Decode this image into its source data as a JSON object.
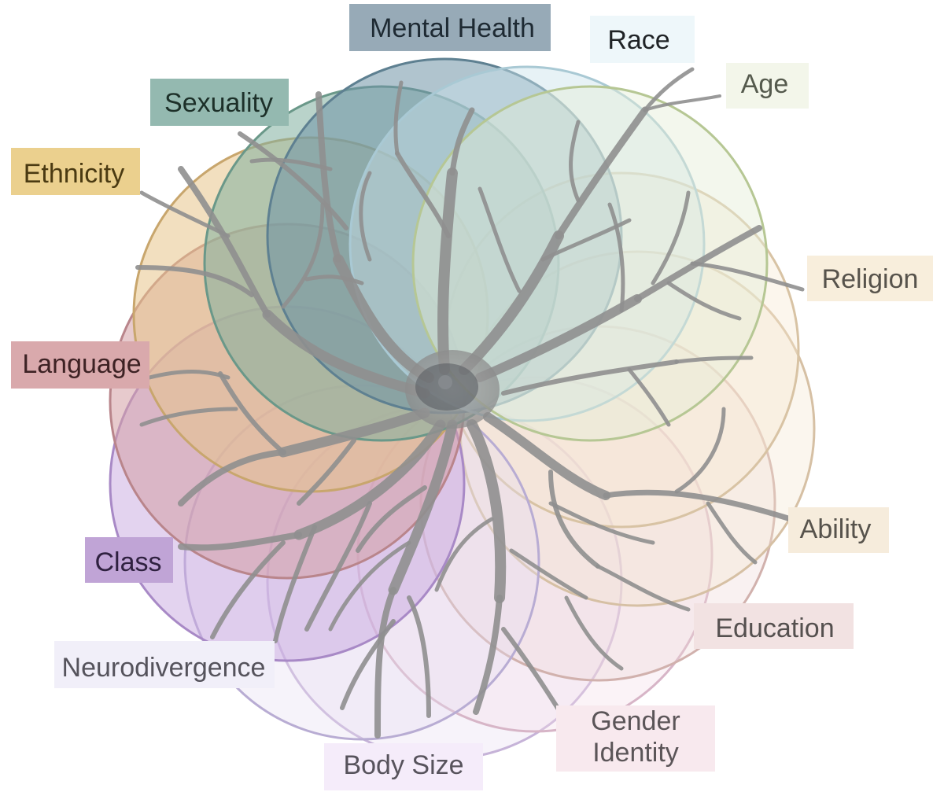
{
  "title": "",
  "labels": [
    {
      "id": "mental-health",
      "text": "Mental Health",
      "bg": "#97aab7",
      "fg": "#1e2a33"
    },
    {
      "id": "race",
      "text": "Race",
      "bg": "#eef7fa",
      "fg": "#1f2326"
    },
    {
      "id": "age",
      "text": "Age",
      "bg": "#f3f6ea",
      "fg": "#555a4d"
    },
    {
      "id": "sexuality",
      "text": "Sexuality",
      "bg": "#94b9b0",
      "fg": "#1d3029"
    },
    {
      "id": "ethnicity",
      "text": "Ethnicity",
      "bg": "#ebd08e",
      "fg": "#4a3a12"
    },
    {
      "id": "religion",
      "text": "Religion",
      "bg": "#f8eedc",
      "fg": "#57534c"
    },
    {
      "id": "language",
      "text": "Language",
      "bg": "#d9a9ac",
      "fg": "#3d2224"
    },
    {
      "id": "ability",
      "text": "Ability",
      "bg": "#f6ecdc",
      "fg": "#57534c"
    },
    {
      "id": "class",
      "text": "Class",
      "bg": "#c0a4d6",
      "fg": "#2f2140"
    },
    {
      "id": "education",
      "text": "Education",
      "bg": "#f2e2e2",
      "fg": "#55504f"
    },
    {
      "id": "neurodivergence",
      "text": "Neurodivergence",
      "bg": "#f1eff9",
      "fg": "#55535c"
    },
    {
      "id": "gender-identity",
      "text": "Gender\nIdentity",
      "bg": "#f8e9ee",
      "fg": "#5b5558"
    },
    {
      "id": "body-size",
      "text": "Body Size",
      "bg": "#f5ecfa",
      "fg": "#57535c"
    }
  ],
  "colors": {
    "neuron": "#8f8f8f",
    "nucleus": "#555a5e"
  }
}
